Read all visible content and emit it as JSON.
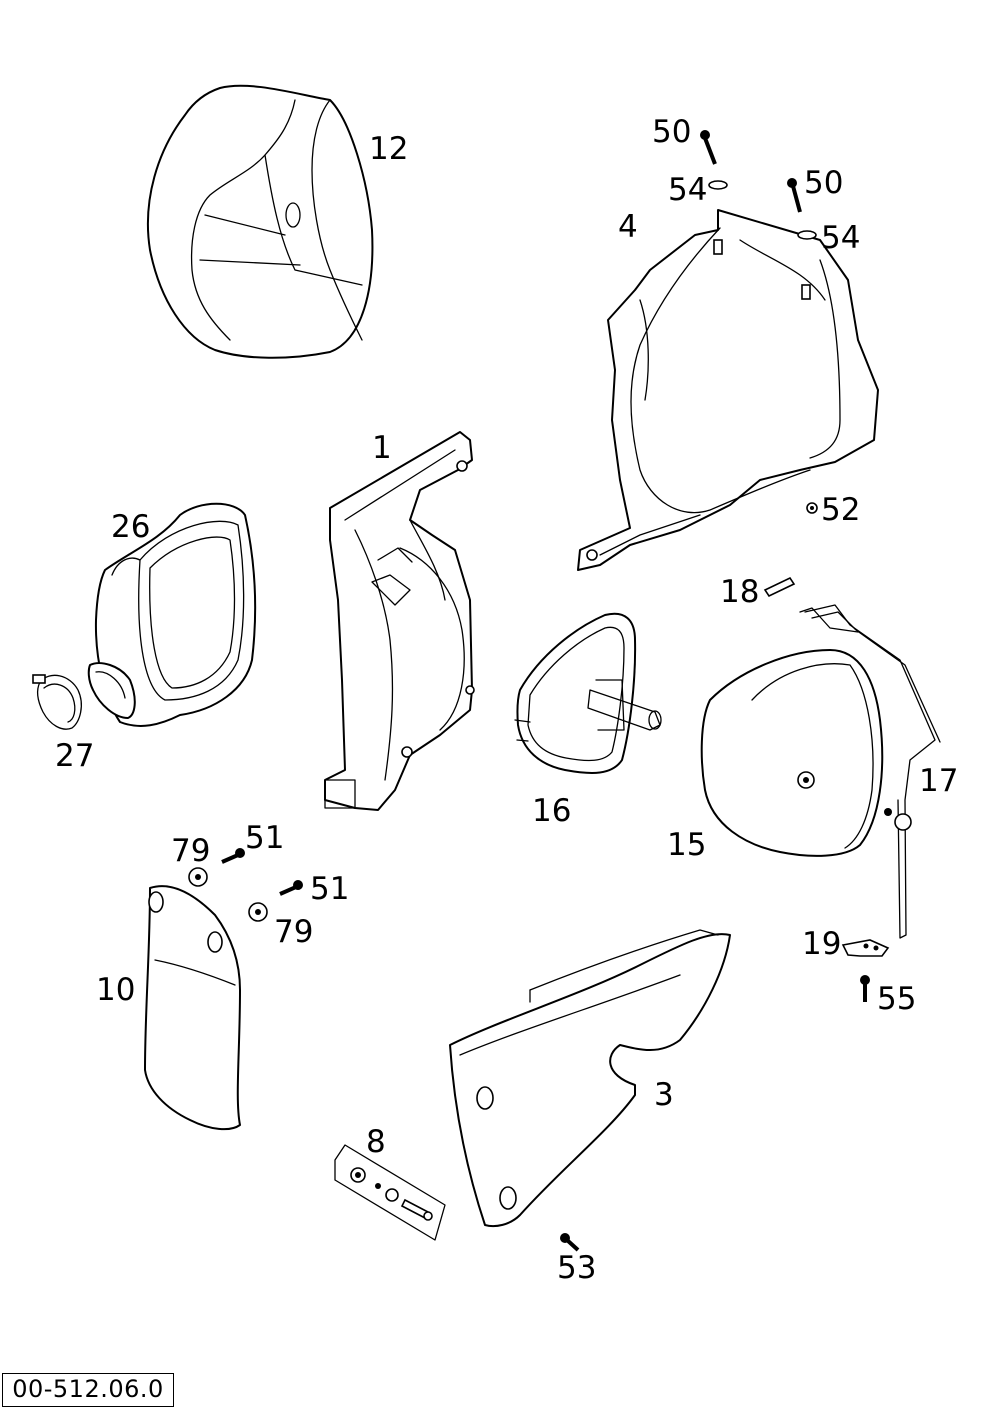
{
  "diagram": {
    "reference_code": "00-512.06.0",
    "parts": [
      {
        "id": "part-12",
        "label": "12"
      },
      {
        "id": "part-50a",
        "label": "50"
      },
      {
        "id": "part-54a",
        "label": "54"
      },
      {
        "id": "part-50b",
        "label": "50"
      },
      {
        "id": "part-54b",
        "label": "54"
      },
      {
        "id": "part-4",
        "label": "4"
      },
      {
        "id": "part-1",
        "label": "1"
      },
      {
        "id": "part-26",
        "label": "26"
      },
      {
        "id": "part-52",
        "label": "52"
      },
      {
        "id": "part-18",
        "label": "18"
      },
      {
        "id": "part-27",
        "label": "27"
      },
      {
        "id": "part-17",
        "label": "17"
      },
      {
        "id": "part-16",
        "label": "16"
      },
      {
        "id": "part-79a",
        "label": "79"
      },
      {
        "id": "part-51a",
        "label": "51"
      },
      {
        "id": "part-15",
        "label": "15"
      },
      {
        "id": "part-51b",
        "label": "51"
      },
      {
        "id": "part-79b",
        "label": "79"
      },
      {
        "id": "part-19",
        "label": "19"
      },
      {
        "id": "part-10",
        "label": "10"
      },
      {
        "id": "part-55",
        "label": "55"
      },
      {
        "id": "part-3",
        "label": "3"
      },
      {
        "id": "part-8",
        "label": "8"
      },
      {
        "id": "part-53",
        "label": "53"
      }
    ]
  }
}
